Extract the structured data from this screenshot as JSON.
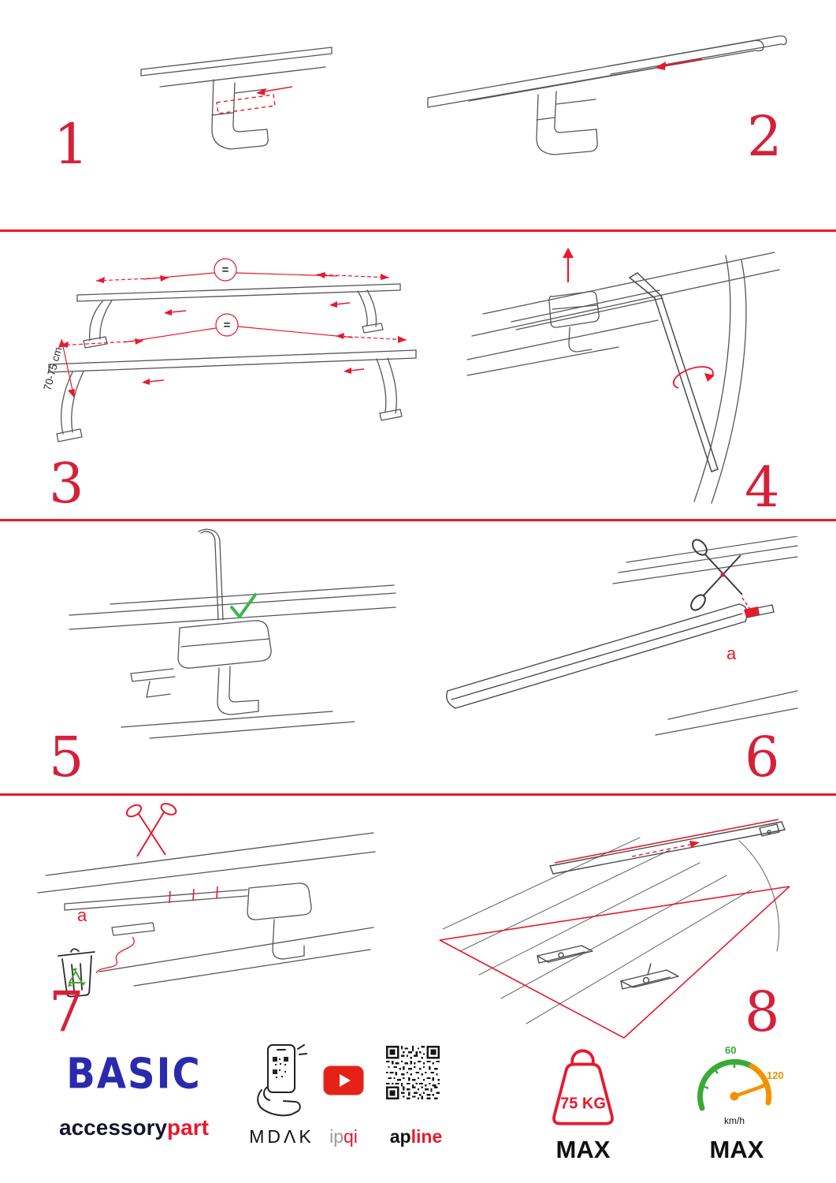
{
  "page": {
    "background": "#ffffff"
  },
  "colors": {
    "accent_red": "#e8192c",
    "step_number_red": "#d6203a",
    "drawing_gray": "#565656",
    "check_green": "#3db54a",
    "recycle_green": "#43a332",
    "brand_blue": "#2a2aae",
    "youtube_red": "#e62117",
    "gauge_green": "#3aaa35",
    "gauge_orange": "#f39200"
  },
  "steps": [
    {
      "number": "1"
    },
    {
      "number": "2"
    },
    {
      "number": "3",
      "measure_label": "70-75 cm",
      "equal_sign": "="
    },
    {
      "number": "4"
    },
    {
      "number": "5"
    },
    {
      "number": "6",
      "part_label": "a"
    },
    {
      "number": "7",
      "part_label": "a"
    },
    {
      "number": "8"
    }
  ],
  "footer": {
    "brand": "BASIC",
    "brand_sub_black": "accessory",
    "brand_sub_red": "part",
    "mdak_label": "MDΛK",
    "ipqi_gray": "ip",
    "ipqi_red": "qi",
    "apline_black": "ap",
    "apline_red": "line",
    "weight_value": "75 KG",
    "weight_max": "MAX",
    "speed_low": "60",
    "speed_high": "120",
    "speed_unit": "km/h",
    "speed_max": "MAX"
  }
}
